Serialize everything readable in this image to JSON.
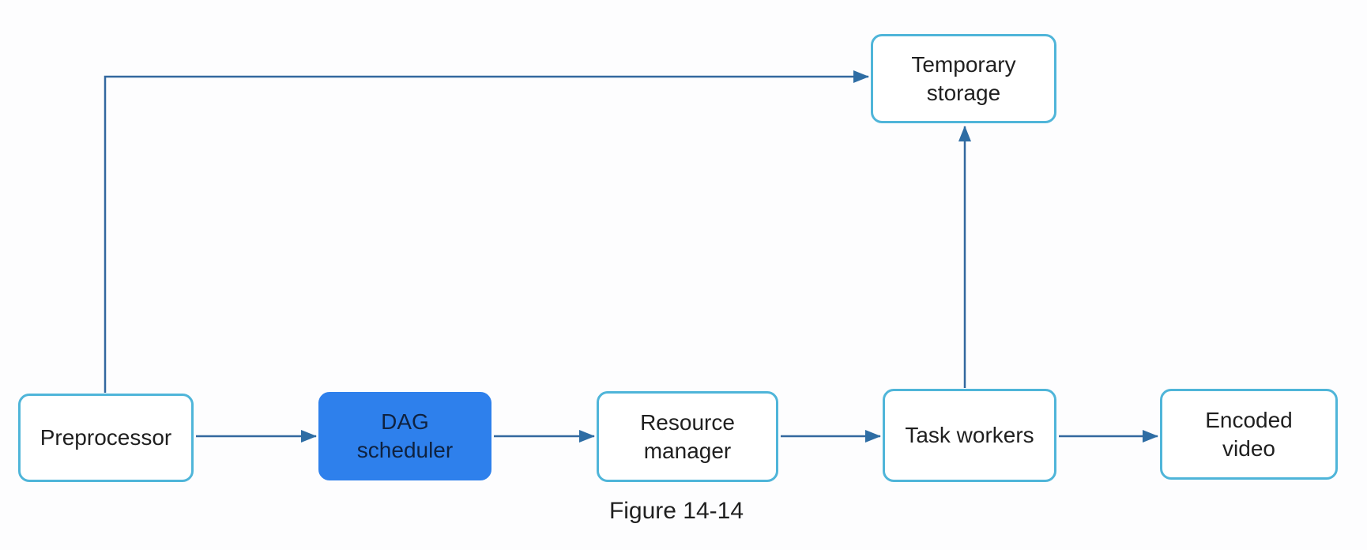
{
  "diagram": {
    "caption": "Figure 14-14",
    "nodes": {
      "preprocessor": {
        "label": "Preprocessor",
        "highlighted": false
      },
      "dag_scheduler": {
        "label": "DAG scheduler",
        "highlighted": true
      },
      "resource_manager": {
        "label": "Resource manager",
        "highlighted": false
      },
      "task_workers": {
        "label": "Task workers",
        "highlighted": false
      },
      "encoded_video": {
        "label": "Encoded video",
        "highlighted": false
      },
      "temporary_storage": {
        "label": "Temporary storage",
        "highlighted": false
      }
    },
    "edges": [
      {
        "from": "preprocessor",
        "to": "dag_scheduler"
      },
      {
        "from": "dag_scheduler",
        "to": "resource_manager"
      },
      {
        "from": "resource_manager",
        "to": "task_workers"
      },
      {
        "from": "task_workers",
        "to": "encoded_video"
      },
      {
        "from": "task_workers",
        "to": "temporary_storage"
      },
      {
        "from": "preprocessor",
        "to": "temporary_storage"
      }
    ],
    "colors": {
      "node_border": "#4fb5d9",
      "node_fill": "#ffffff",
      "highlight_fill": "#2e80ec",
      "arrow_line": "#33689f",
      "arrow_head": "#2e6da4",
      "label_text": "#1f1f1f",
      "highlight_text": "#0f2240",
      "background": "#fdfdfe"
    }
  }
}
